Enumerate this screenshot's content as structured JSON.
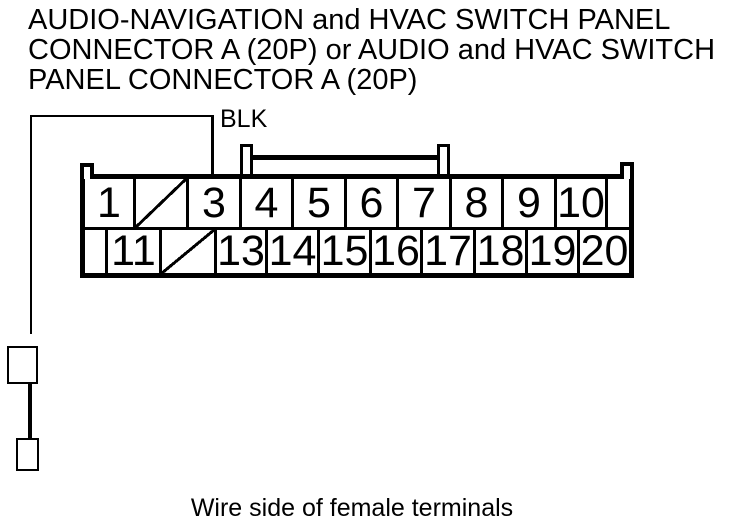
{
  "colors": {
    "ink": "#000000",
    "background": "#ffffff"
  },
  "title": {
    "lines": [
      "AUDIO-NAVIGATION and HVAC SWITCH PANEL",
      "CONNECTOR A (20P) or AUDIO and HVAC SWITCH",
      "PANEL CONNECTOR A (20P)"
    ]
  },
  "wire": {
    "color_label": "BLK",
    "connects_to_pin": "3"
  },
  "connector": {
    "rows": [
      {
        "name": "top-row",
        "cells": [
          {
            "kind": "pin",
            "label": "1"
          },
          {
            "kind": "slash",
            "label": ""
          },
          {
            "kind": "pin",
            "label": "3"
          },
          {
            "kind": "pin",
            "label": "4"
          },
          {
            "kind": "pin",
            "label": "5"
          },
          {
            "kind": "pin",
            "label": "6"
          },
          {
            "kind": "pin",
            "label": "7"
          },
          {
            "kind": "pin",
            "label": "8"
          },
          {
            "kind": "pin",
            "label": "9"
          },
          {
            "kind": "pin",
            "label": "10"
          },
          {
            "kind": "blank",
            "label": ""
          }
        ]
      },
      {
        "name": "bottom-row",
        "cells": [
          {
            "kind": "blank",
            "label": ""
          },
          {
            "kind": "pin",
            "label": "11"
          },
          {
            "kind": "slash",
            "label": ""
          },
          {
            "kind": "pin",
            "label": "13"
          },
          {
            "kind": "pin",
            "label": "14"
          },
          {
            "kind": "pin",
            "label": "15"
          },
          {
            "kind": "pin",
            "label": "16"
          },
          {
            "kind": "pin",
            "label": "17"
          },
          {
            "kind": "pin",
            "label": "18"
          },
          {
            "kind": "pin",
            "label": "19"
          },
          {
            "kind": "pin",
            "label": "20"
          }
        ]
      }
    ]
  },
  "caption": "Wire side of female terminals"
}
